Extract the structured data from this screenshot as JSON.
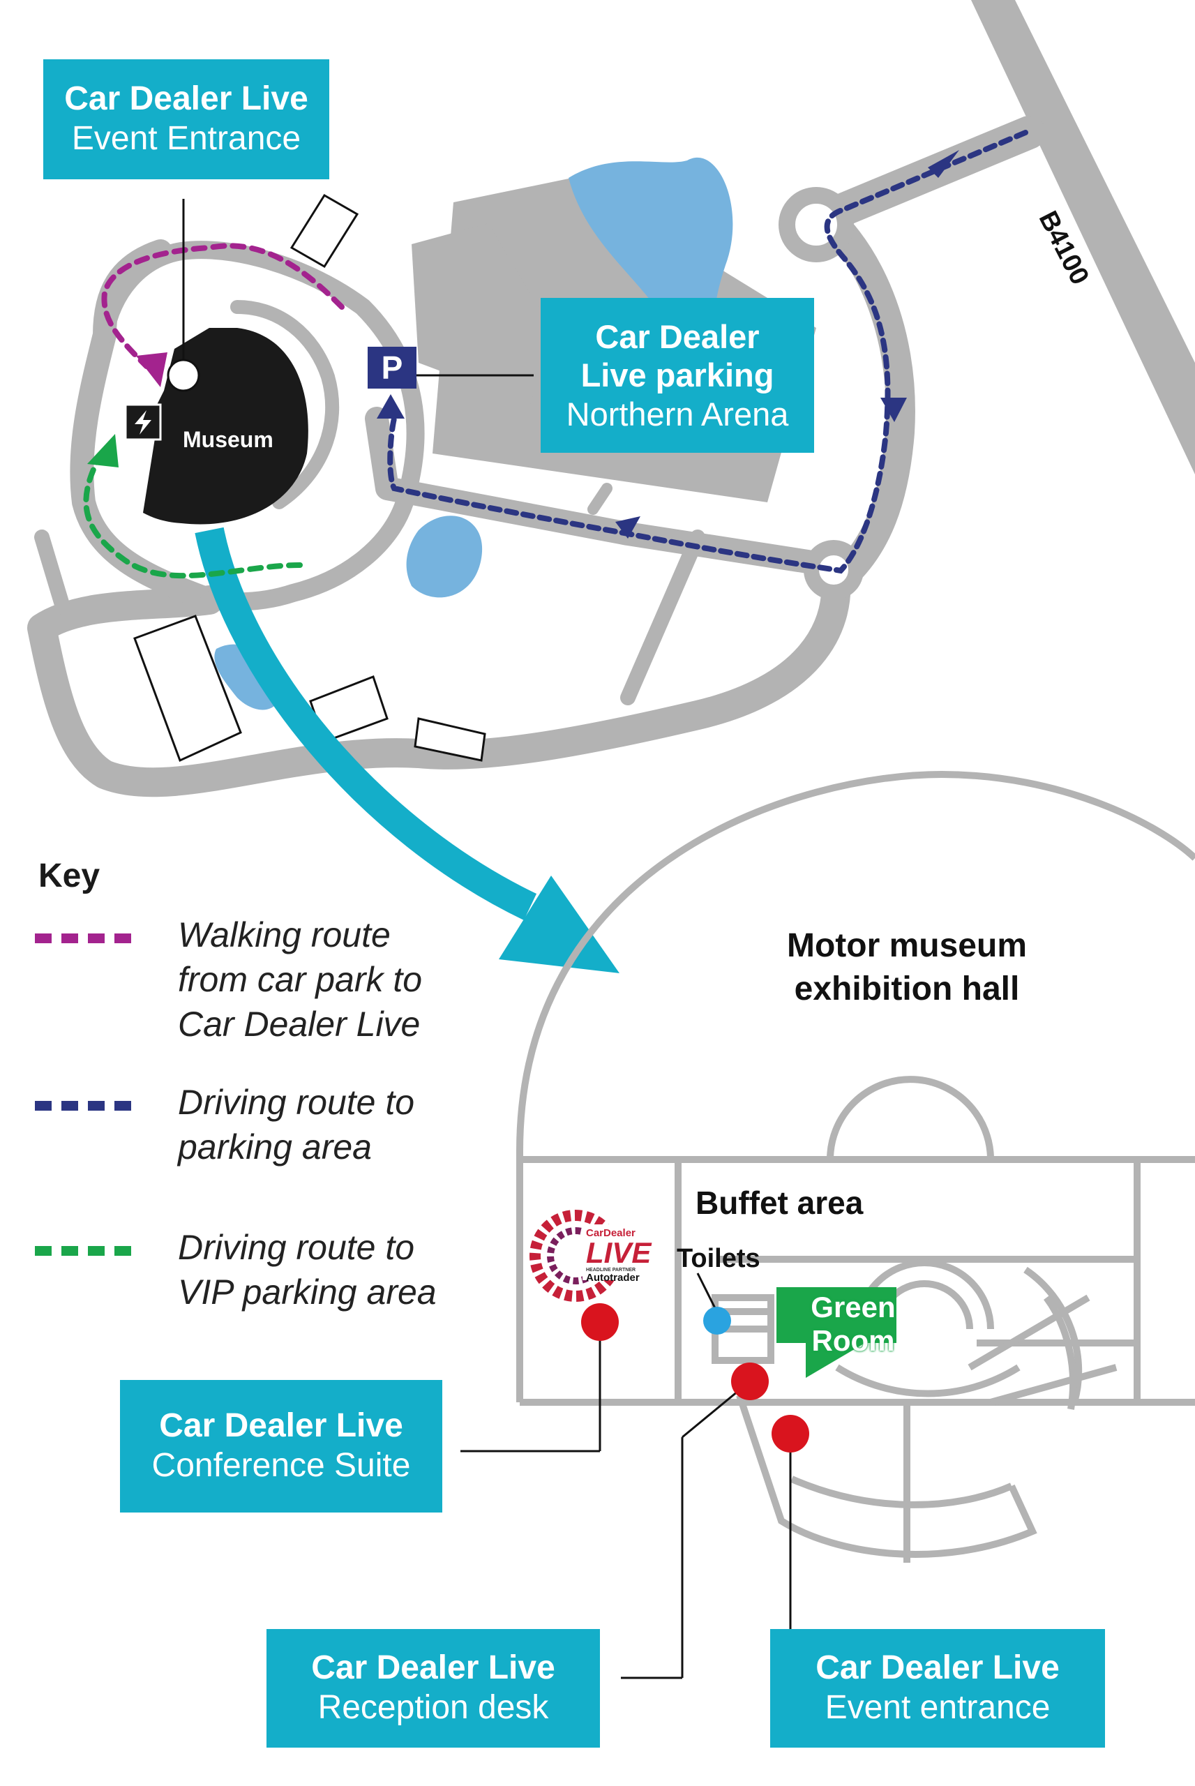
{
  "callouts": {
    "top_entrance": {
      "title": "Car Dealer Live",
      "subtitle": "Event Entrance"
    },
    "parking": {
      "title_line1": "Car Dealer",
      "title_line2": "Live parking",
      "subtitle": "Northern Arena"
    },
    "conference": {
      "title": "Car Dealer Live",
      "subtitle": "Conference Suite"
    },
    "reception": {
      "title": "Car Dealer Live",
      "subtitle": "Reception desk"
    },
    "event_entrance": {
      "title": "Car Dealer Live",
      "subtitle": "Event entrance"
    }
  },
  "map_labels": {
    "museum": "Museum",
    "road": "B4100",
    "parking_symbol": "P",
    "hall_title_line1": "Motor museum",
    "hall_title_line2": "exhibition hall",
    "buffet": "Buffet area",
    "toilets": "Toilets",
    "green_room_line1": "Green",
    "green_room_line2": "Room"
  },
  "logo": {
    "line1": "CarDealer",
    "line2": "LIVE",
    "line3": "HEADLINE PARTNER",
    "line4": "Autotrader"
  },
  "key": {
    "title": "Key",
    "items": [
      {
        "lines": [
          "Walking route",
          "from car park to",
          "Car Dealer Live"
        ],
        "color": "#a3238e"
      },
      {
        "lines": [
          "Driving route to",
          "parking area"
        ],
        "color": "#2b3582"
      },
      {
        "lines": [
          "Driving route to",
          "VIP parking area"
        ],
        "color": "#1aa64a"
      }
    ]
  },
  "colors": {
    "road_gray": "#b3b3b3",
    "water": "#76b3de",
    "callout_teal": "#14aec9",
    "walking_magenta": "#a3238e",
    "driving_navy": "#2b3582",
    "vip_green": "#1aa64a",
    "marker_red": "#d9141e",
    "toilet_blue": "#2aa3e0",
    "green_room": "#1aa64a"
  }
}
